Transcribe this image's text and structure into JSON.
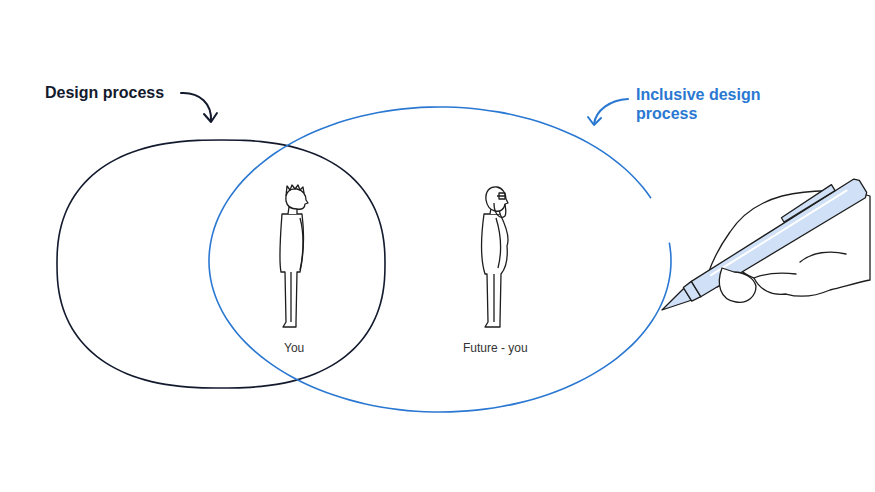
{
  "diagram": {
    "nodes": [
      {
        "text": [
          "Design process"
        ]
      },
      {
        "text": [
          "Inclusive design process"
        ]
      }
    ],
    "labels": [
      "You",
      "Future - you"
    ]
  }
}
